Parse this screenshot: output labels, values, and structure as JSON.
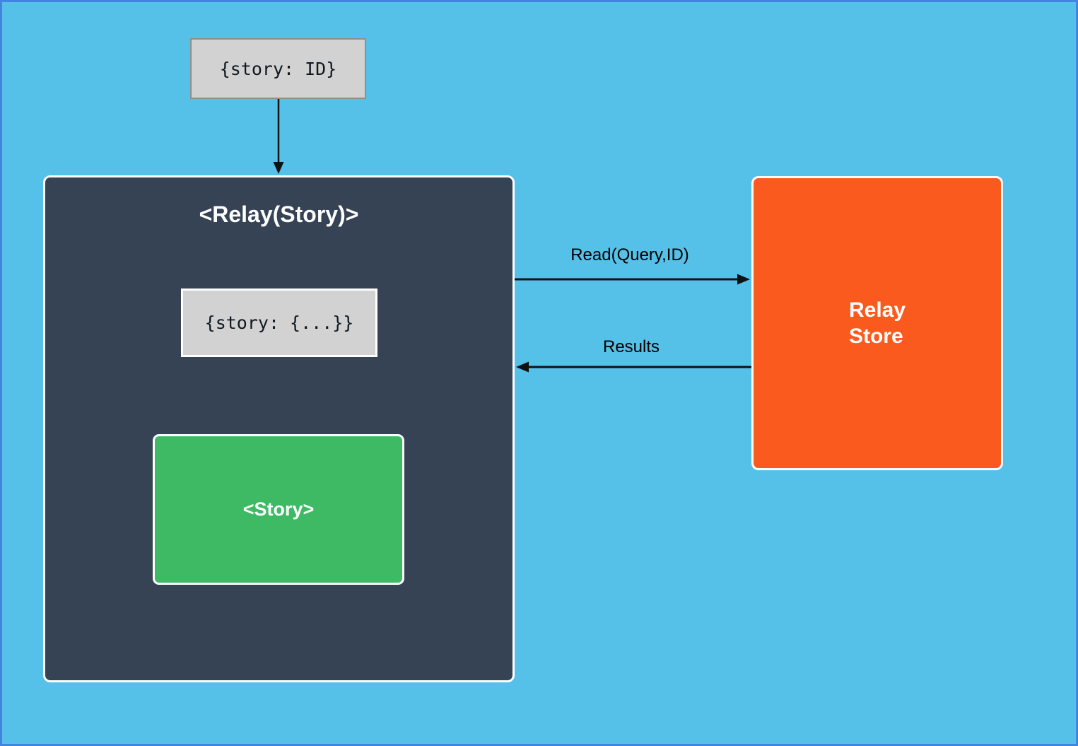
{
  "page": {
    "background_color": "#55C0E8",
    "frame_border_color": "#4285E0"
  },
  "nodes": {
    "props_input": {
      "label": "{story: ID}",
      "bg": "#D2D2D2",
      "border": "#8F8F8F"
    },
    "relay_container": {
      "title": "<Relay(Story)>",
      "bg": "#354355"
    },
    "inner_props": {
      "label": "{story: {...}}",
      "bg": "#D2D2D2"
    },
    "story": {
      "label": "<Story>",
      "bg": "#3DBA63"
    },
    "relay_store": {
      "label": "Relay\nStore",
      "bg": "#FA5A1D"
    }
  },
  "edges": {
    "props_to_relay": {
      "direction": "down",
      "color": "#111111"
    },
    "read": {
      "label": "Read(Query,ID)",
      "direction": "right",
      "color": "#111111"
    },
    "results": {
      "label": "Results",
      "direction": "left",
      "color": "#111111"
    },
    "inner_props_to_story": {
      "direction": "down",
      "color": "#FFFFFF"
    }
  }
}
